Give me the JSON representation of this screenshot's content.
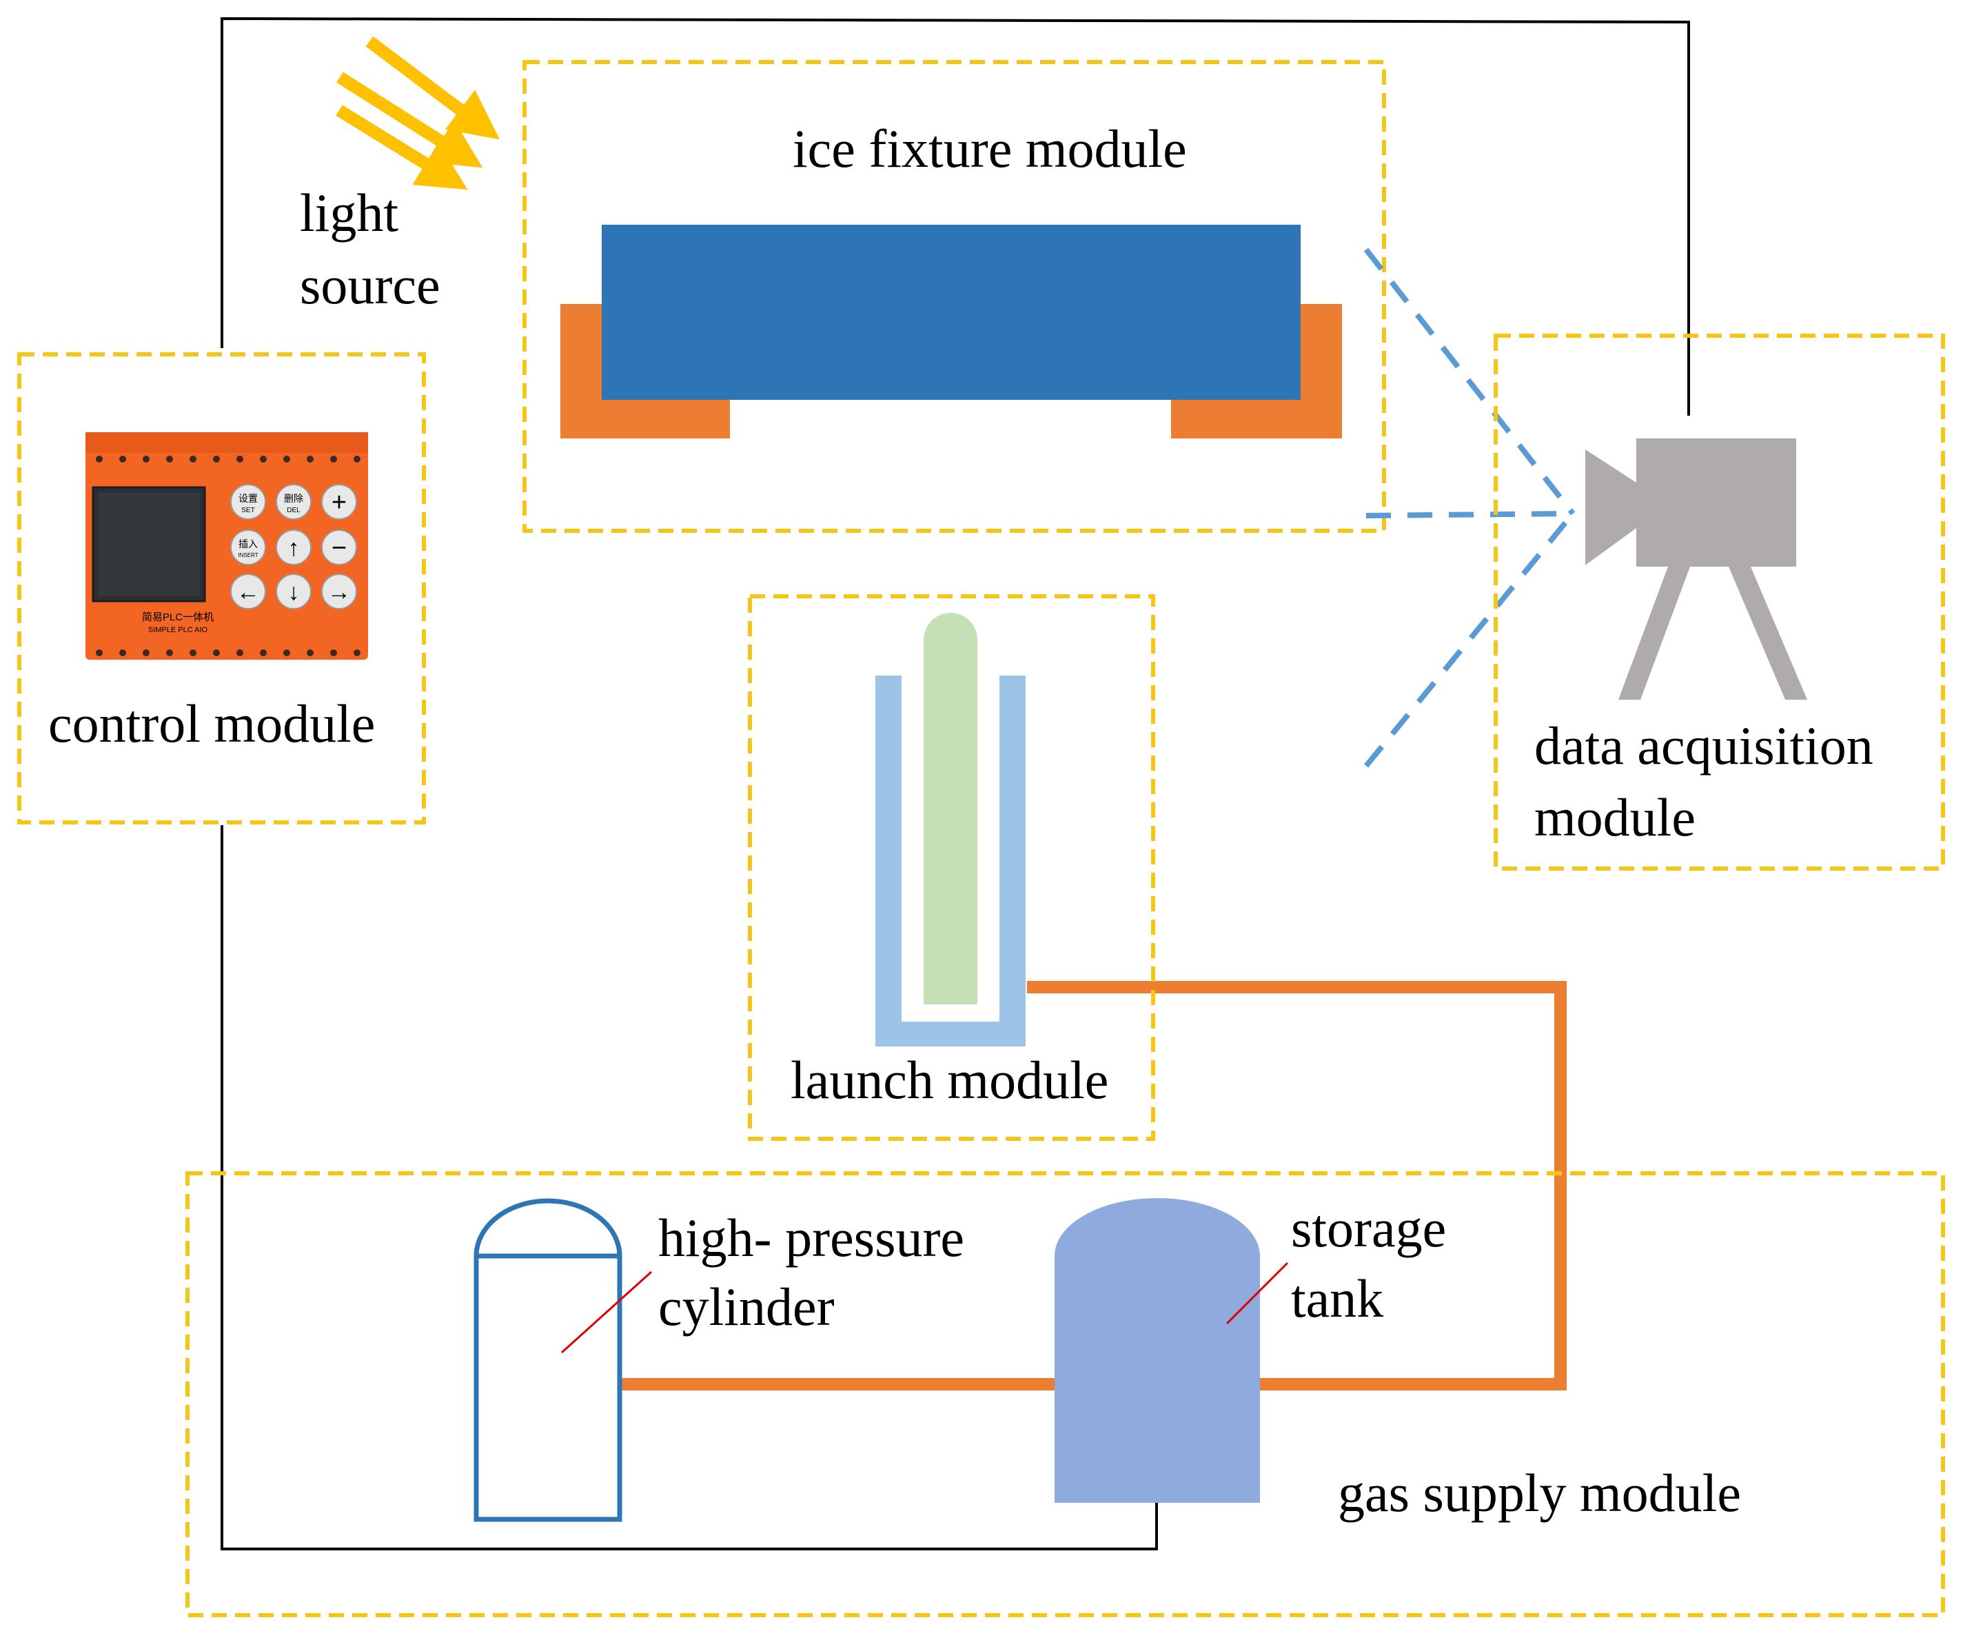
{
  "labels": {
    "ice_fixture_module": "ice fixture module",
    "light_source_line1": "light",
    "light_source_line2": "source",
    "control_module": "control module",
    "data_acquisition_line1": "data acquisition",
    "data_acquisition_line2": "module",
    "launch_module": "launch module",
    "high_pressure_line1": "high- pressure",
    "high_pressure_line2": "cylinder",
    "storage_tank_line1": "storage",
    "storage_tank_line2": "tank",
    "gas_supply_module": "gas supply module"
  },
  "plc_device": {
    "title_cn": "简易PLC一体机",
    "title_en": "SIMPLE PLC AIO",
    "set_cn": "设置",
    "set_en": "SET",
    "del_cn": "删除",
    "del_en": "DEL",
    "insert_cn": "插入",
    "insert_en": "INSERT",
    "plus": "+",
    "minus": "−",
    "up": "↑",
    "down": "↓",
    "left": "←",
    "right": "→"
  },
  "colors": {
    "module_border": "#F5C518",
    "wire": "#000000",
    "light_arrows": "#FFC000",
    "ice_block": "#2E75B6",
    "fixture": "#ED7D31",
    "camera": "#AFABAB",
    "sight_lines": "#5B9BD5",
    "launch_tube": "#9DC3E6",
    "projectile": "#C5E0B4",
    "gas_pipe": "#ED7D31",
    "cylinder_outline": "#2E75B6",
    "storage_tank": "#8FAADC",
    "pointer": "#E00000",
    "plc_body": "#F26522"
  }
}
